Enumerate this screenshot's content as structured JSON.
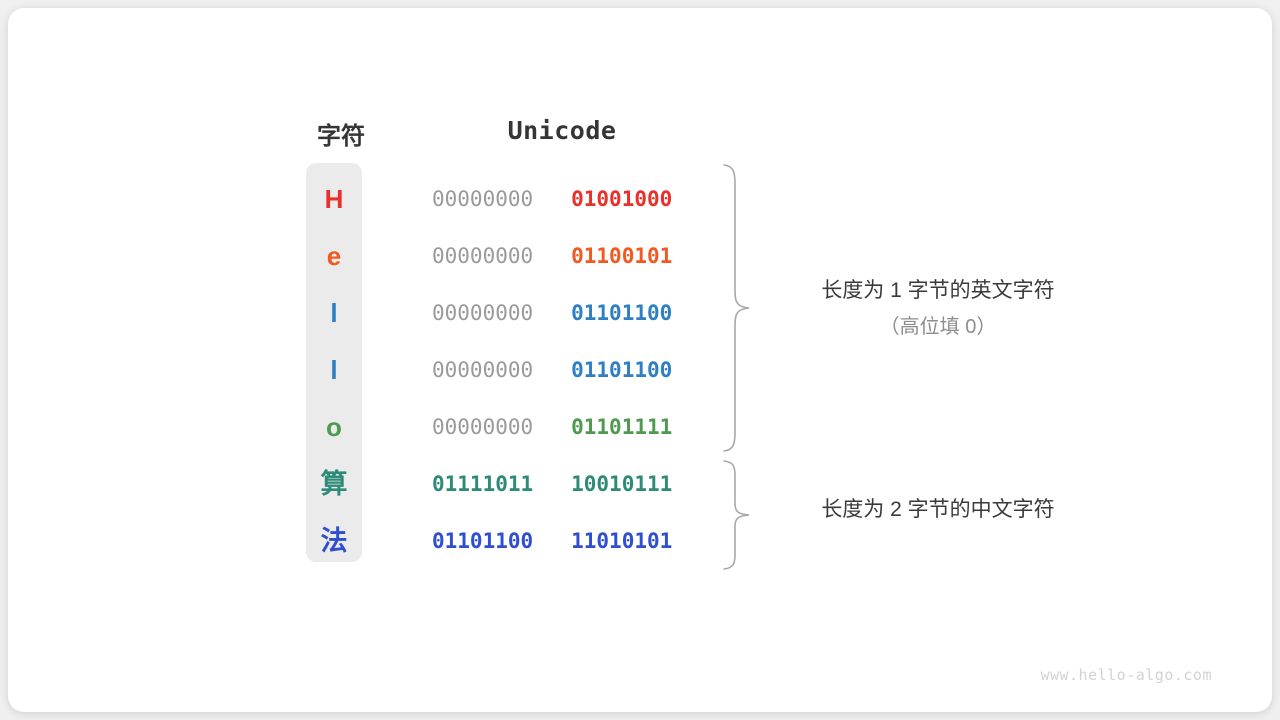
{
  "card": {
    "background": "#ffffff",
    "page_background": "#f0f0f0"
  },
  "headers": {
    "character": "字符",
    "unicode": "Unicode"
  },
  "colors": {
    "red": "#e8312a",
    "orange": "#f05a22",
    "blue": "#2e7fc4",
    "green": "#4e9a4e",
    "teal": "#2e8b78",
    "indigo": "#2f4fd0",
    "gray_text": "#9a9a9a",
    "column_background": "#ebebeb"
  },
  "rows": [
    {
      "char": "H",
      "color": "#e8312a",
      "high_byte": "00000000",
      "low_byte": "01001000",
      "bytes": 1,
      "cjk": false
    },
    {
      "char": "e",
      "color": "#f05a22",
      "high_byte": "00000000",
      "low_byte": "01100101",
      "bytes": 1,
      "cjk": false
    },
    {
      "char": "l",
      "color": "#2e7fc4",
      "high_byte": "00000000",
      "low_byte": "01101100",
      "bytes": 1,
      "cjk": false
    },
    {
      "char": "l",
      "color": "#2e7fc4",
      "high_byte": "00000000",
      "low_byte": "01101100",
      "bytes": 1,
      "cjk": false
    },
    {
      "char": "o",
      "color": "#4e9a4e",
      "high_byte": "00000000",
      "low_byte": "01101111",
      "bytes": 1,
      "cjk": false
    },
    {
      "char": "算",
      "color": "#2e8b78",
      "high_byte": "01111011",
      "low_byte": "10010111",
      "bytes": 2,
      "cjk": true
    },
    {
      "char": "法",
      "color": "#2f4fd0",
      "high_byte": "01101100",
      "low_byte": "11010101",
      "bytes": 2,
      "cjk": true
    }
  ],
  "annotations": [
    {
      "main": "长度为 1 字节的英文字符",
      "sub": "（高位填 0）",
      "covers_rows": 5
    },
    {
      "main": "长度为 2 字节的中文字符",
      "sub": "",
      "covers_rows": 2
    }
  ],
  "watermark": "www.hello-algo.com"
}
